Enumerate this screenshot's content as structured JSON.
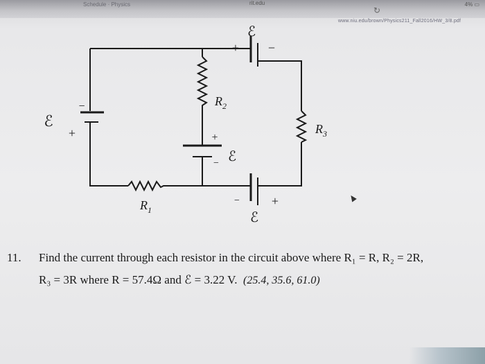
{
  "browser": {
    "tab_text": "Schedule · Physics",
    "window_title": "rit.edu",
    "reload_glyph": "↻",
    "status_text": "4% ▭",
    "url": "www.niu.edu/brown/Physics211_Fall2016/HW_3/8.pdf"
  },
  "circuit": {
    "emf_label": "ℰ",
    "plus": "+",
    "minus": "−",
    "r1_label": "R",
    "r1_sub": "1",
    "r2_label": "R",
    "r2_sub": "2",
    "r3_label": "R",
    "r3_sub": "3"
  },
  "problem": {
    "number": "11.",
    "line1_text": "Find the current through each resistor in the circuit above where",
    "line1_math": "R₁ = R, R₂ = 2R,",
    "line2_math": "R₃ = 3R where R = 57.4Ω and ℰ = 3.22 V.",
    "answer": "(25.4, 35.6, 61.0)"
  }
}
